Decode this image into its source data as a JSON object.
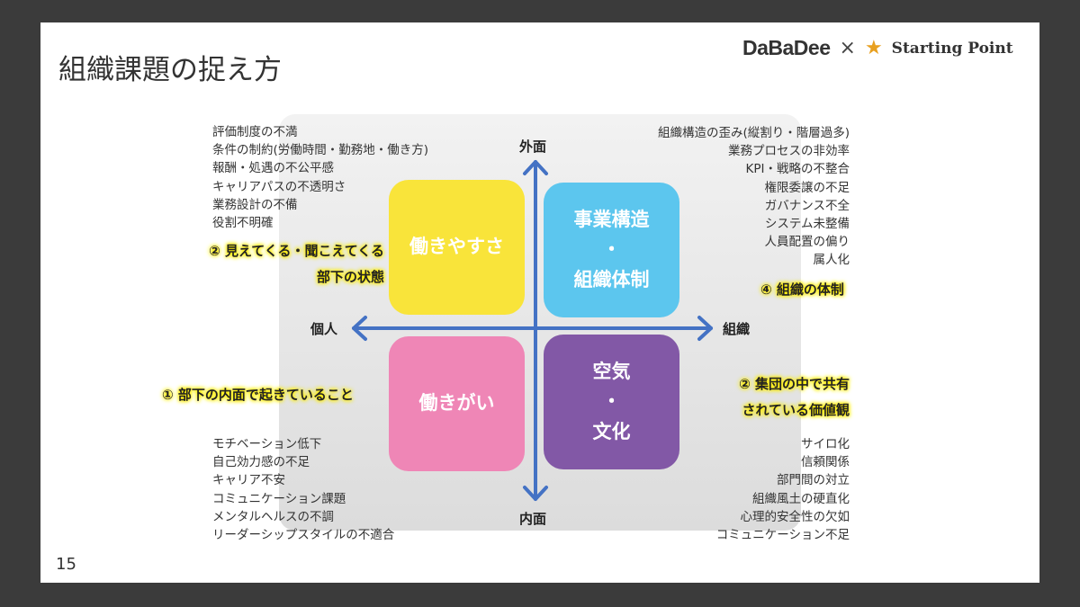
{
  "title": "組織課題の捉え方",
  "logo": {
    "left": "DaBaDee",
    "cross": "×",
    "right": "Starting Point"
  },
  "page_number": "15",
  "axes": {
    "top": "外面",
    "bottom": "内面",
    "left": "個人",
    "right": "組織"
  },
  "quadrants": {
    "top_left": {
      "lines": [
        "働きやすさ"
      ],
      "color": "#f9e43a"
    },
    "top_right": {
      "lines": [
        "事業構造",
        "・",
        "組織体制"
      ],
      "color": "#5cc6ee"
    },
    "bottom_left": {
      "lines": [
        "働きがい"
      ],
      "color": "#ef86b6"
    },
    "bottom_right": {
      "lines": [
        "空気",
        "・",
        "文化"
      ],
      "color": "#8258a6"
    }
  },
  "highlights": {
    "top_left": [
      "② 見えてくる・聞こえてくる",
      "部下の状態"
    ],
    "top_right": [
      "④ 組織の体制"
    ],
    "bottom_left": [
      "① 部下の内面で起きていること"
    ],
    "bottom_right": [
      "② 集団の中で共有",
      "されている価値観"
    ]
  },
  "lists": {
    "top_left": [
      "評価制度の不満",
      "条件の制約(労働時間・勤務地・働き方)",
      "報酬・処遇の不公平感",
      "キャリアパスの不透明さ",
      "業務設計の不備",
      "役割不明確"
    ],
    "top_right": [
      "組織構造の歪み(縦割り・階層過多)",
      "業務プロセスの非効率",
      "KPI・戦略の不整合",
      "権限委譲の不足",
      "ガバナンス不全",
      "システム未整備",
      "人員配置の偏り",
      "属人化"
    ],
    "bottom_left": [
      "モチベーション低下",
      "自己効力感の不足",
      "キャリア不安",
      "コミュニケーション課題",
      "メンタルヘルスの不調",
      "リーダーシップスタイルの不適合"
    ],
    "bottom_right": [
      "サイロ化",
      "信頼関係",
      "部門間の対立",
      "組織風土の硬直化",
      "心理的安全性の欠如",
      "コミュニケーション不足"
    ]
  },
  "arrow_color": "#4472c4"
}
